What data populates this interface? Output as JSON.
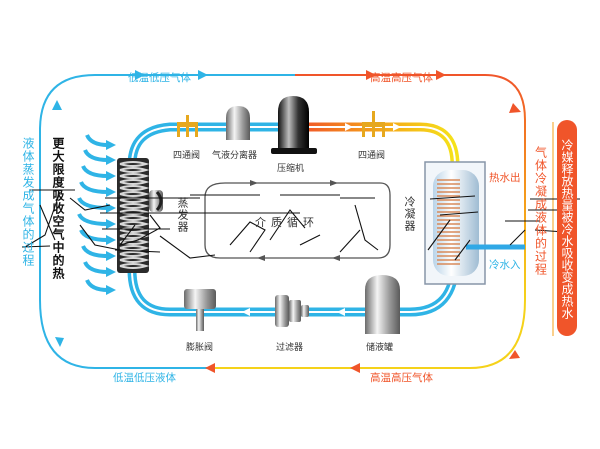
{
  "diagram": {
    "title_hidden": "",
    "flows": {
      "top_left": "低温低压气体",
      "top_right": "高温高压气体",
      "bottom_left": "低温低压液体",
      "bottom_right": "高温高压气体"
    },
    "side_notes": {
      "left_outer": "液体蒸发成气体的过程",
      "left_inner": "更大限度吸收空气中的热",
      "right_inner": "气体冷凝成液体的过程",
      "right_badge": "冷媒释放热量被冷水吸收变成热水"
    },
    "components": {
      "four_way_valve_left": "四通阀",
      "gas_liquid_separator": "气液分离器",
      "compressor": "压缩机",
      "four_way_valve_right": "四通阀",
      "evaporator": "蒸发器",
      "condenser": "冷凝器",
      "medium_cycle": "介质循环",
      "hot_water_out": "热水出",
      "cold_water_in": "冷水入",
      "expansion_valve": "膨胀阀",
      "filter": "过滤器",
      "receiver_tank": "储液罐"
    },
    "colors": {
      "cold": "#2fb4e6",
      "hot": "#f0552a",
      "warm": "#f5d21a",
      "valve": "#e6a81e"
    }
  }
}
